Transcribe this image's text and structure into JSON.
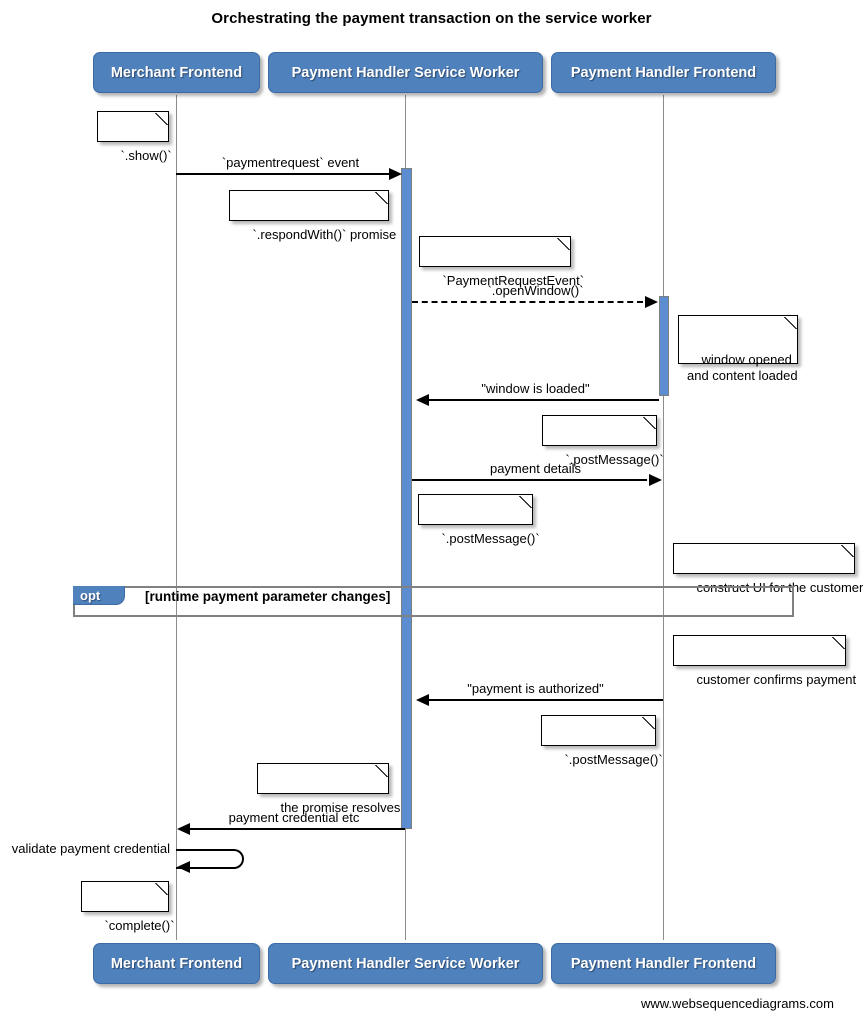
{
  "title": "Orchestrating the payment transaction on the service worker",
  "footer": "www.websequencediagrams.com",
  "colors": {
    "participant_fill": "#4f81bd",
    "activation_fill": "#5b8dd0",
    "lifeline": "#8c8c8c",
    "fragment_border": "#808080",
    "arrow": "#000000",
    "note_fill": "#ffffff"
  },
  "participants": [
    {
      "id": "merchant",
      "label": "Merchant Frontend"
    },
    {
      "id": "sw",
      "label": "Payment Handler Service Worker"
    },
    {
      "id": "phf",
      "label": "Payment Handler Frontend"
    }
  ],
  "participants_bottom": [
    {
      "id": "merchant",
      "label": "Merchant Frontend"
    },
    {
      "id": "sw",
      "label": "Payment Handler Service Worker"
    },
    {
      "id": "phf",
      "label": "Payment Handler Frontend"
    }
  ],
  "messages": [
    {
      "id": "paymentrequest",
      "label": "`paymentrequest` event",
      "from": "merchant",
      "to": "sw",
      "style": "solid"
    },
    {
      "id": "openwindow",
      "label": "`.openWindow()`",
      "from": "sw",
      "to": "phf",
      "style": "dashed"
    },
    {
      "id": "window-loaded",
      "label": "\"window is loaded\"",
      "from": "phf",
      "to": "sw",
      "style": "solid"
    },
    {
      "id": "payment-details",
      "label": "payment details",
      "from": "sw",
      "to": "phf",
      "style": "solid"
    },
    {
      "id": "payment-authorized",
      "label": "\"payment is authorized\"",
      "from": "phf",
      "to": "sw",
      "style": "solid"
    },
    {
      "id": "payment-credential",
      "label": "payment credential etc",
      "from": "sw",
      "to": "merchant",
      "style": "solid"
    },
    {
      "id": "validate-credential",
      "label": "validate payment credential",
      "from": "merchant",
      "to": "merchant",
      "style": "self"
    }
  ],
  "notes": [
    {
      "id": "show",
      "text": "`.show()`"
    },
    {
      "id": "respondwith",
      "text": "`.respondWith()` promise"
    },
    {
      "id": "paymentrequestevent",
      "text": "`PaymentRequestEvent`"
    },
    {
      "id": "window-opened",
      "text": "window opened\nand content loaded"
    },
    {
      "id": "postmessage-1",
      "text": "`.postMessage()`"
    },
    {
      "id": "postmessage-2",
      "text": "`.postMessage()`"
    },
    {
      "id": "construct-ui",
      "text": "construct UI for the customer"
    },
    {
      "id": "customer-confirms",
      "text": "customer confirms payment"
    },
    {
      "id": "postmessage-3",
      "text": "`.postMessage()`"
    },
    {
      "id": "promise-resolves",
      "text": "the promise resolves"
    },
    {
      "id": "complete",
      "text": "`complete()`"
    }
  ],
  "fragments": [
    {
      "id": "opt",
      "operator": "opt",
      "condition": "[runtime payment parameter changes]"
    }
  ]
}
